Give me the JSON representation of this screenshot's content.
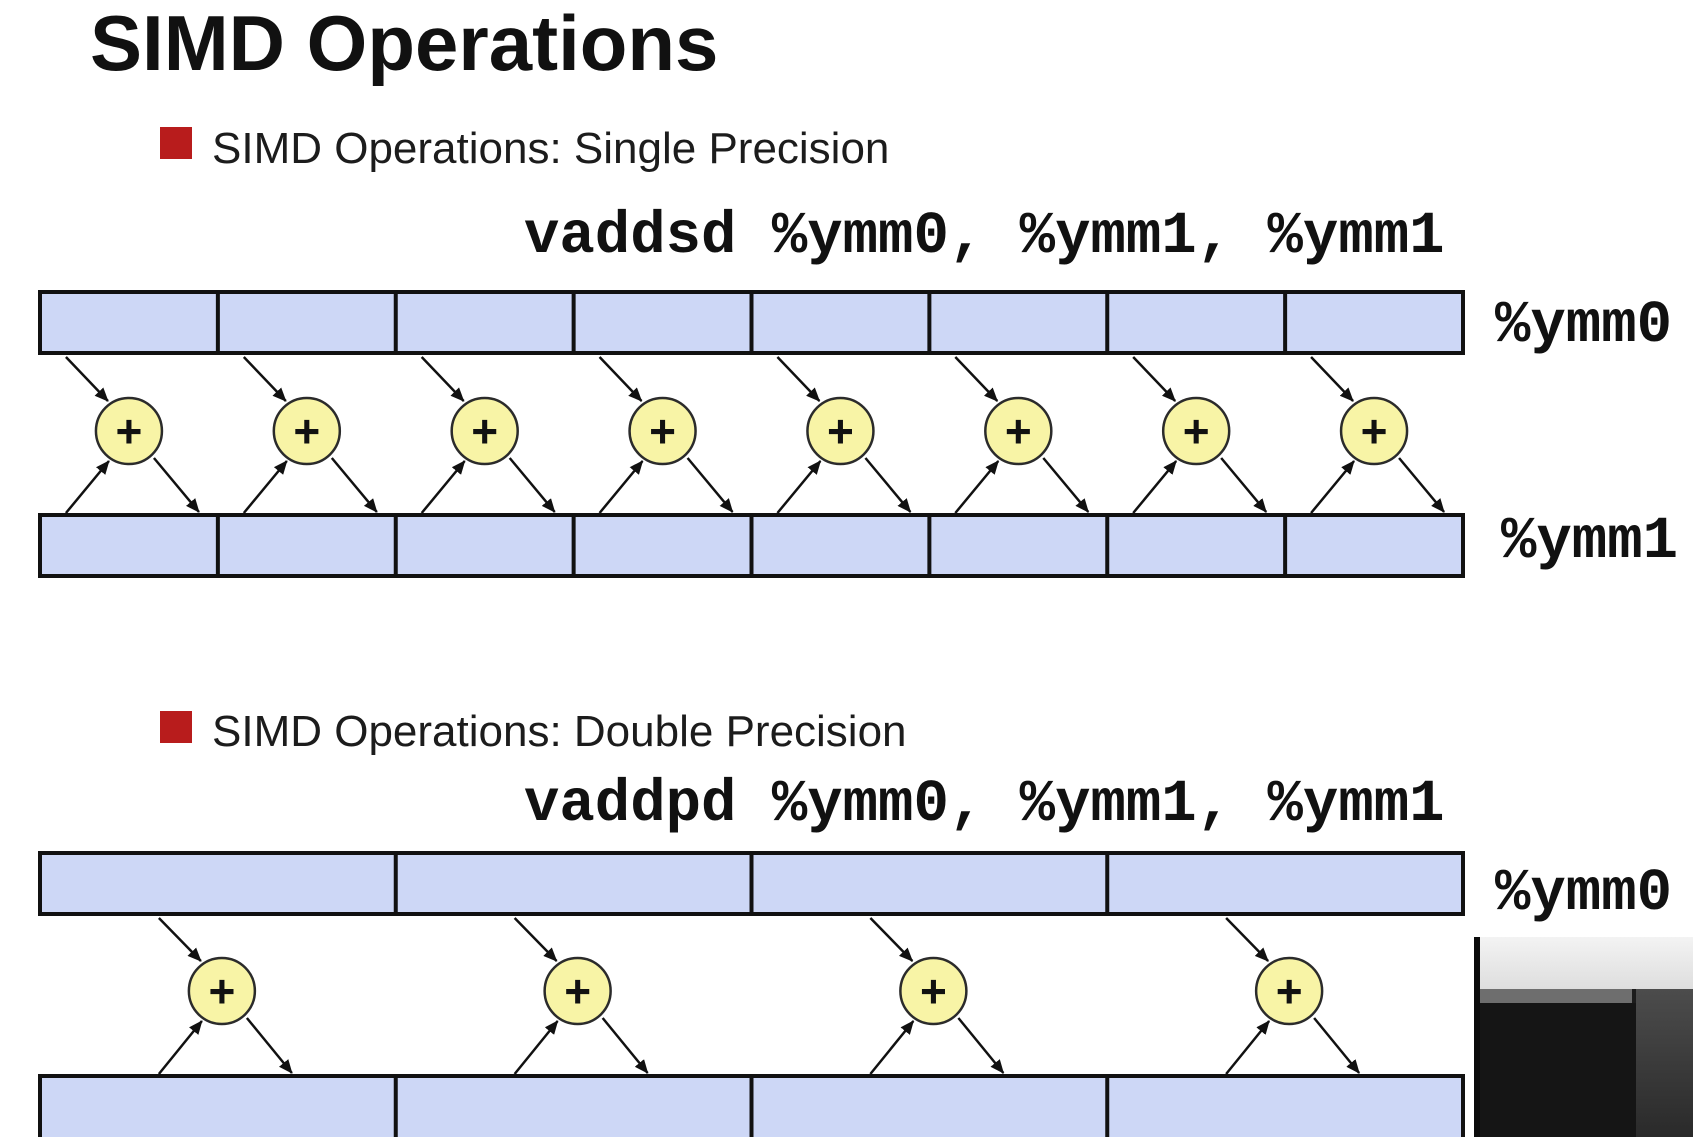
{
  "slide": {
    "title": "SIMD Operations"
  },
  "sections": [
    {
      "heading": "SIMD Operations: Single Precision",
      "instruction": "vaddsd %ymm0, %ymm1, %ymm1",
      "top_register": "%ymm0",
      "bottom_register": "%ymm1",
      "operator": "+"
    },
    {
      "heading": "SIMD Operations: Double Precision",
      "instruction": "vaddpd %ymm0, %ymm1, %ymm1",
      "top_register": "%ymm0",
      "operator": "+"
    }
  ],
  "colors": {
    "bullet": "#b81c1c",
    "register_fill": "#cdd7f6",
    "register_stroke": "#111111",
    "adder_fill": "#f8f4a6",
    "adder_stroke": "#2b2b2b",
    "arrow": "#111111"
  },
  "icons": {
    "bullet": "red-square-bullet-icon",
    "adder": "plus-circle-icon",
    "arrow": "arrow-icon"
  }
}
